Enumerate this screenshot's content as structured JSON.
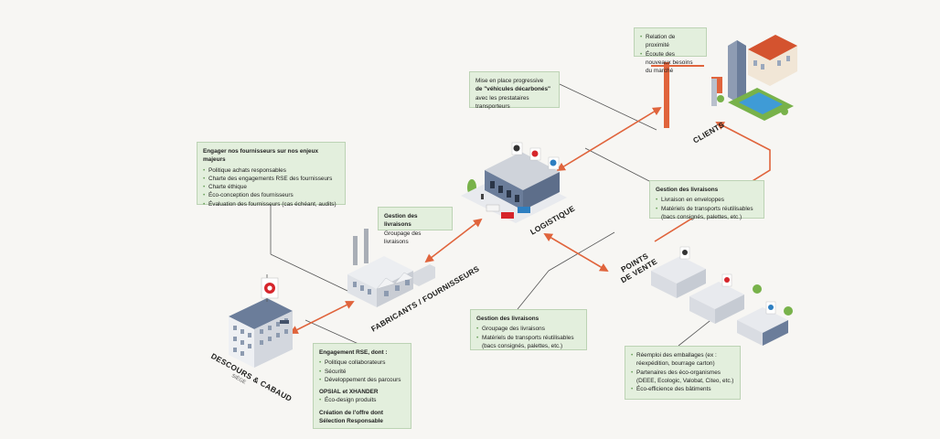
{
  "labels": {
    "descours_cabaud": "DESCOURS & CABAUD",
    "siege": "SIÈGE",
    "fabricants": "FABRICANTS / FOURNISSEURS",
    "logistique": "LOGISTIQUE",
    "points_de_vente_1": "POINTS",
    "points_de_vente_2": "DE VENTE",
    "clients": "CLIENTS"
  },
  "boxes": {
    "fournisseurs_enjeux": {
      "title": "Engager nos fournisseurs sur nos enjeux majeurs",
      "items": [
        "Politique achats responsables",
        "Charte des engagements RSE des fournisseurs",
        "Charte éthique",
        "Éco-conception des fournisseurs",
        "Évaluation des fournisseurs (cas échéant, audits)"
      ]
    },
    "gestion_fabricants": {
      "title": "Gestion des livraisons",
      "line": "Groupage des livraisons"
    },
    "vehicules": {
      "line1": "Mise en place progressive",
      "line2": "de \"véhicules décarbonés\"",
      "line3": "avec les prestataires",
      "line4": "transporteurs"
    },
    "clients_relation": {
      "items": [
        "Relation de proximité",
        "Écoute des nouveaux besoins du marché"
      ]
    },
    "gestion_clients": {
      "title": "Gestion des livraisons",
      "items": [
        "Livraison en enveloppes",
        "Matériels de transports réutilisables (bacs consignés, palettes, etc.)"
      ]
    },
    "gestion_logistique": {
      "title": "Gestion des livraisons",
      "items": [
        "Groupage des livraisons",
        "Matériels de transports réutilisables (bacs consignés, palettes, etc.)"
      ]
    },
    "engagement_rse": {
      "title": "Engagement RSE, dont :",
      "items": [
        "Politique collaborateurs",
        "Sécurité",
        "Développement des parcours"
      ],
      "subtitle": "OPSIAL et XHANDER",
      "items2": [
        "Éco-design produits"
      ],
      "footer1": "Création de l'offre dont",
      "footer2": "Sélection Responsable"
    },
    "points_vente": {
      "items": [
        "Réemploi des emballages (ex : réexpédition, bourrage carton)",
        "Partenaires des éco-organismes (DEEE, Ecologic, Valobat, Citeo, etc.)",
        "Éco-efficience des bâtiments"
      ]
    }
  },
  "colors": {
    "background": "#f7f6f3",
    "box_fill": "#e3efdd",
    "box_border": "#bcd3b4",
    "arrow": "#e0643c",
    "connector": "#555555",
    "building_grey": "#dcdfe4",
    "roof_blue": "#6b7d9a",
    "brand_red": "#d6252b"
  }
}
